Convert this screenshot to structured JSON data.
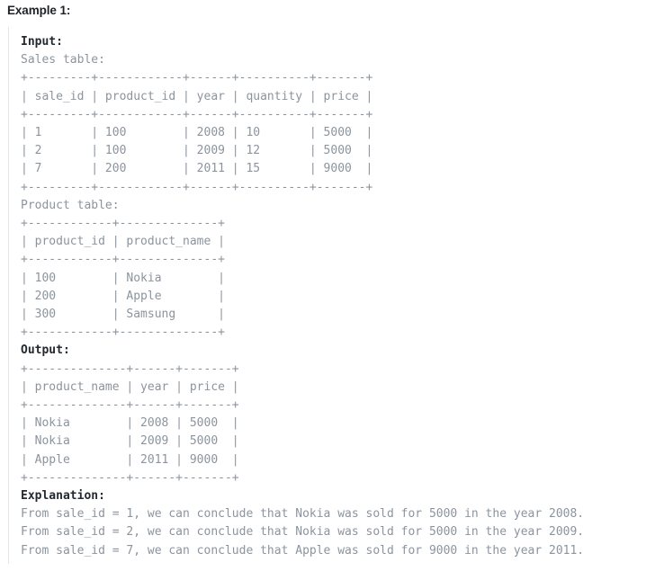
{
  "heading": "Example 1:",
  "sections": {
    "input": {
      "label": "Input:",
      "sales_caption": "Sales table:",
      "sales_table_text": "+---------+------------+------+----------+-------+\n| sale_id | product_id | year | quantity | price |\n+---------+------------+------+----------+-------+\n| 1       | 100        | 2008 | 10       | 5000  |\n| 2       | 100        | 2009 | 12       | 5000  |\n| 7       | 200        | 2011 | 15       | 9000  |\n+---------+------------+------+----------+-------+",
      "product_caption": "Product table:",
      "product_table_text": "+------------+--------------+\n| product_id | product_name |\n+------------+--------------+\n| 100        | Nokia        |\n| 200        | Apple        |\n| 300        | Samsung      |\n+------------+--------------+"
    },
    "output": {
      "label": "Output:",
      "table_text": "+--------------+------+-------+\n| product_name | year | price |\n+--------------+------+-------+\n| Nokia        | 2008 | 5000  |\n| Nokia        | 2009 | 5000  |\n| Apple        | 2011 | 9000  |\n+--------------+------+-------+"
    },
    "explanation": {
      "label": "Explanation:",
      "lines_text": "From sale_id = 1, we can conclude that Nokia was sold for 5000 in the year 2008.\nFrom sale_id = 2, we can conclude that Nokia was sold for 5000 in the year 2009.\nFrom sale_id = 7, we can conclude that Apple was sold for 9000 in the year 2011."
    }
  },
  "tables": {
    "sales": {
      "columns": [
        "sale_id",
        "product_id",
        "year",
        "quantity",
        "price"
      ],
      "rows": [
        [
          "1",
          "100",
          "2008",
          "10",
          "5000"
        ],
        [
          "2",
          "100",
          "2009",
          "12",
          "5000"
        ],
        [
          "7",
          "200",
          "2011",
          "15",
          "9000"
        ]
      ]
    },
    "product": {
      "columns": [
        "product_id",
        "product_name"
      ],
      "rows": [
        [
          "100",
          "Nokia"
        ],
        [
          "200",
          "Apple"
        ],
        [
          "300",
          "Samsung"
        ]
      ]
    },
    "output": {
      "columns": [
        "product_name",
        "year",
        "price"
      ],
      "rows": [
        [
          "Nokia",
          "2008",
          "5000"
        ],
        [
          "Nokia",
          "2009",
          "5000"
        ],
        [
          "Apple",
          "2011",
          "9000"
        ]
      ]
    }
  },
  "colors": {
    "page_background": "#ffffff",
    "heading_text": "#1f2328",
    "label_text": "#24292f",
    "mono_text": "#8b949e",
    "left_rule": "#e3e5e8"
  }
}
